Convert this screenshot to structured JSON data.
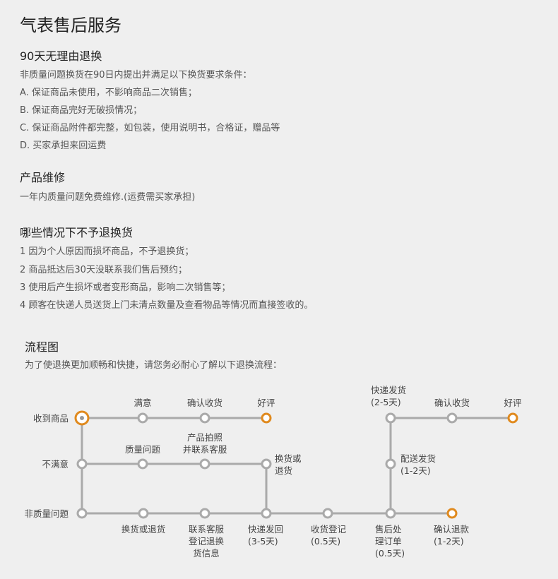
{
  "title": "气表售后服务",
  "return": {
    "heading": "90天无理由退换",
    "lines": [
      "非质量问题换货在90日内提出并满足以下换货要求条件：",
      "A. 保证商品未使用，不影响商品二次销售；",
      "B. 保证商品完好无破损情况；",
      "C. 保证商品附件都完整，如包装，使用说明书，合格证，赠品等",
      "D. 买家承担来回运费"
    ]
  },
  "repair": {
    "heading": "产品维修",
    "lines": [
      "一年内质量问题免费维修.(运费需买家承担)"
    ]
  },
  "no_return": {
    "heading": "哪些情况下不予退换货",
    "lines": [
      "1 因为个人原因而损坏商品，不予退换货；",
      "2 商品抵达后30天没联系我们售后预约；",
      "3 使用后产生损坏或者变形商品，影响二次销售等；",
      "4 顾客在快递人员送货上门未清点数量及查看物品等情况而直接签收的。"
    ]
  },
  "flow": {
    "heading": "流程图",
    "subtitle": "为了使退换更加顺畅和快捷，请您务必耐心了解以下退换流程：",
    "row_labels": {
      "received": "收到商品",
      "unsatisfied": "不满意",
      "non_quality": "非质量问题"
    },
    "labels": {
      "satisfied": "满意",
      "confirm_receipt_1": "确认收货",
      "good_review_1": "好评",
      "quality_issue": "质量问题",
      "photo_line1": "产品拍照",
      "photo_line2": "并联系客服",
      "exchange_line1": "换货或",
      "exchange_line2": "退货",
      "exchange_or_return": "换货或退货",
      "contact_line1": "联系客服",
      "contact_line2": "登记退换",
      "contact_line3": "货信息",
      "ship_back_line1": "快递发回",
      "ship_back_line2": "(3-5天)",
      "register_line1": "收货登记",
      "register_line2": "(0.5天)",
      "process_line1": "售后处",
      "process_line2": "理订单",
      "process_line3": "(0.5天)",
      "refund_line1": "确认退款",
      "refund_line2": "(1-2天)",
      "deliver_line1": "配送发货",
      "deliver_line2": "(1-2天)",
      "express_line1": "快递发货",
      "express_line2": "(2-5天)",
      "confirm_receipt_2": "确认收货",
      "good_review_2": "好评"
    },
    "colors": {
      "line": "#aaaaaa",
      "accent": "#e08a1e",
      "node_fill": "#ffffff"
    }
  }
}
